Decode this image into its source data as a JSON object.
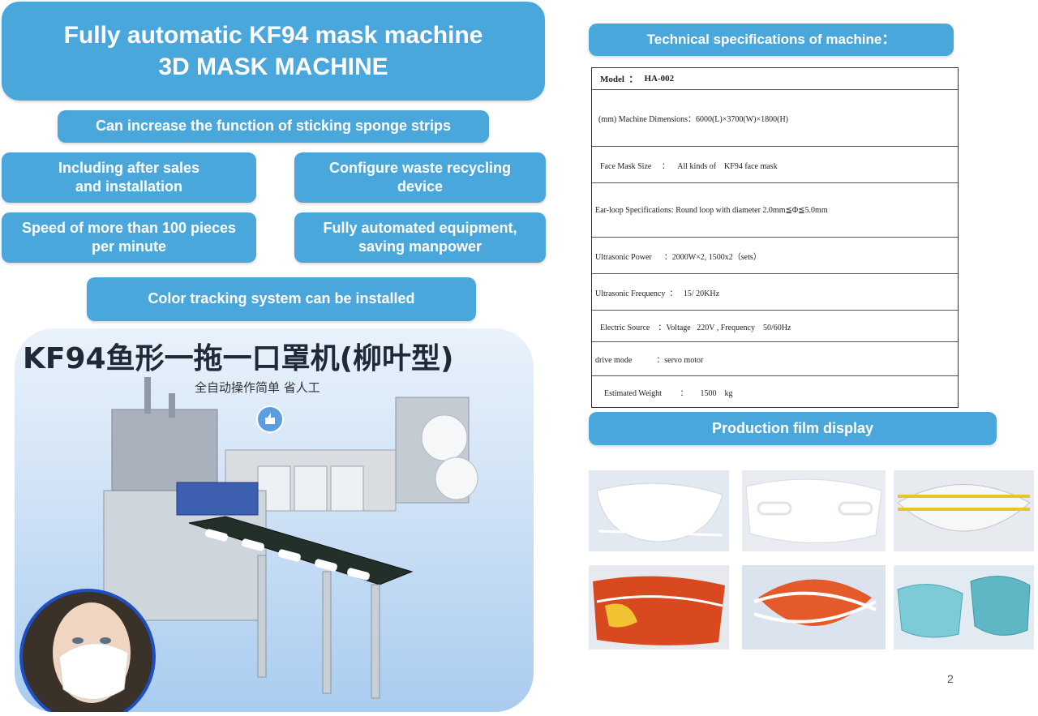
{
  "header": {
    "title_line1": "Fully automatic KF94 mask machine",
    "title_line2": "3D MASK MACHINE"
  },
  "features": {
    "sponge": "Can increase the function of sticking sponge strips",
    "after_sales_1": "Including after sales",
    "after_sales_2": "and installation",
    "waste_1": "Configure waste recycling",
    "waste_2": "device",
    "speed_1": "Speed of more than 100 pieces",
    "speed_2": "per minute",
    "automated_1": "Fully automated equipment,",
    "automated_2": "saving manpower",
    "color_tracking": "Color tracking system can be installed"
  },
  "photo": {
    "banner": "KF94鱼形一拖一口罩机(柳叶型)",
    "slogan": "全自动操作简单 省人工"
  },
  "specs": {
    "heading": "Technical specifications of machine：",
    "model_label": "Model  ：",
    "model_value": "HA-002",
    "rows": [
      "(mm) Machine Dimensions：6000(L)×3700(W)×1800(H)",
      "Face Mask Size     ：    All kinds of    KF94 face mask",
      "Ear-loop Specifications: Round loop with diameter 2.0mm≦Φ≦5.0mm",
      "Ultrasonic Power      ：2000W×2, 1500x2（sets）",
      "Ultrasonic Frequency  ：   15/ 20KHz",
      "Electric Source    ：Voltage   220V , Frequency    50/60Hz",
      "drive mode            ：servo motor",
      "Estimated Weight         ：      1500    kg"
    ]
  },
  "gallery": {
    "heading": "Production film display"
  },
  "footer": {
    "page_number": "2"
  },
  "colors": {
    "pill_blue": "#4aa7dc"
  }
}
